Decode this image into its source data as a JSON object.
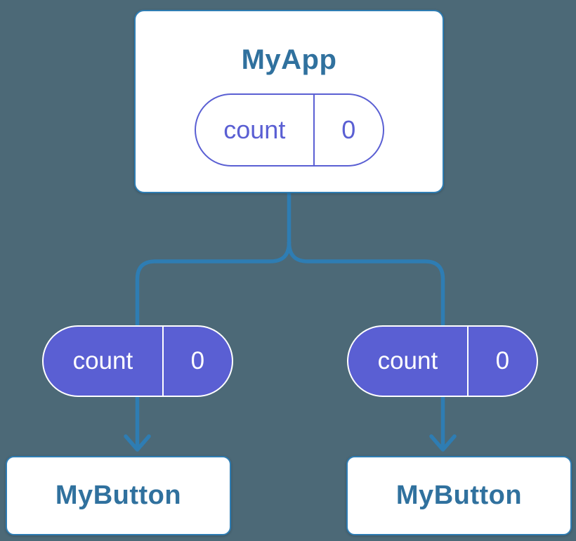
{
  "page": {
    "background_color": "#4C6977"
  },
  "colors": {
    "connector_blue": "#2E7DB3",
    "card_border_blue": "#2F7DB3",
    "heading_blue": "#30719E",
    "state_purple": "#5A5FD3",
    "card_white": "#FFFFFF"
  },
  "tree": {
    "root": {
      "title": "MyApp",
      "state_pill": {
        "label": "count",
        "value": "0"
      }
    },
    "children": [
      {
        "title": "MyButton",
        "state_pill": {
          "label": "count",
          "value": "0"
        }
      },
      {
        "title": "MyButton",
        "state_pill": {
          "label": "count",
          "value": "0"
        }
      }
    ]
  }
}
